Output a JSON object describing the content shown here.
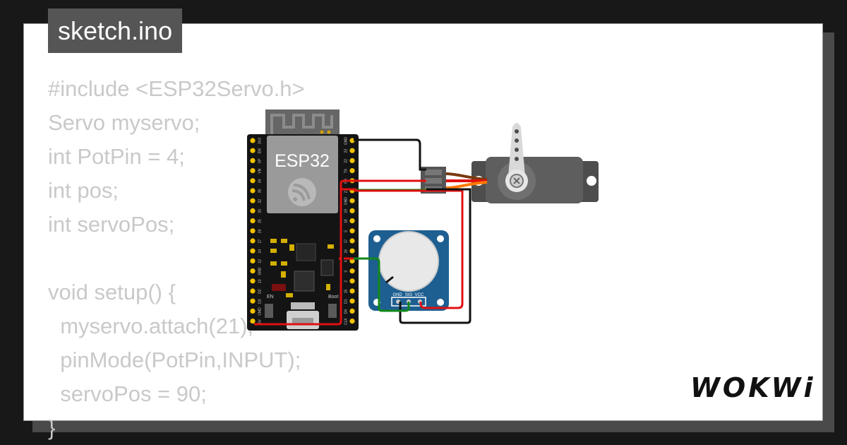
{
  "tab": {
    "filename": "sketch.ino"
  },
  "code_lines": [
    "#include <ESP32Servo.h>",
    "Servo myservo;",
    "int PotPin = 4;",
    "int pos;",
    "int servoPos;",
    "",
    "void setup() {",
    "  myservo.attach(21);",
    "  pinMode(PotPin,INPUT);",
    "  servoPos = 90;",
    "}"
  ],
  "board": {
    "label": "ESP32",
    "button_en": "EN",
    "button_boot": "Boot",
    "left_pins": [
      "3V3",
      "EN",
      "VP",
      "VN",
      "34",
      "35",
      "32",
      "33",
      "25",
      "26",
      "27",
      "14",
      "12",
      "GND",
      "13",
      "D2",
      "D3",
      "CMD",
      "5V"
    ],
    "right_pins": [
      "GND",
      "23",
      "22",
      "TX",
      "RX",
      "21",
      "GND",
      "19",
      "18",
      "5",
      "17",
      "16",
      "4",
      "0",
      "2",
      "15",
      "D1",
      "D0",
      "CLK"
    ]
  },
  "potentiometer": {
    "pin_gnd": "GND",
    "pin_sig": "SIG",
    "pin_vcc": "VCC"
  },
  "brand": {
    "name": "WOKWi"
  },
  "colors": {
    "wire_black": "#111111",
    "wire_red": "#e01010",
    "wire_green": "#11881a",
    "wire_orange": "#ff7a00",
    "board": "#141414",
    "pot_pcb": "#1e5f91",
    "servo": "#4d4d4d"
  }
}
